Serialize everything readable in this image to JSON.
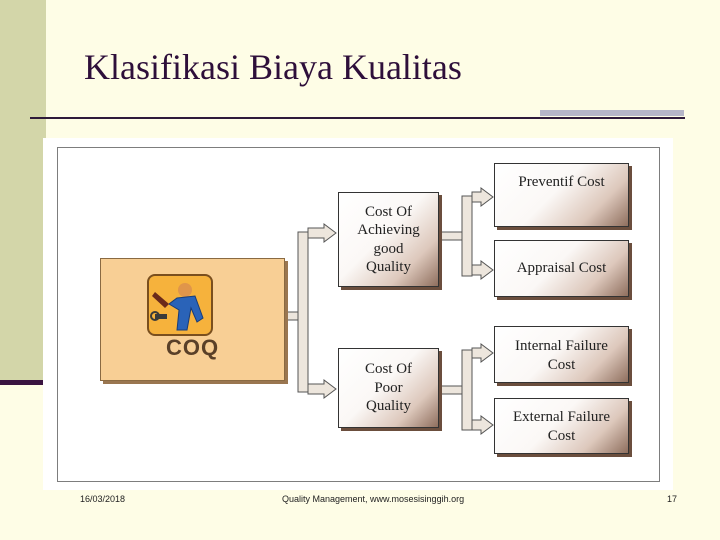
{
  "slide": {
    "title": "Klasifikasi Biaya Kualitas"
  },
  "diagram": {
    "root_label": "COQ",
    "branches": [
      {
        "label": "Cost Of Achieving good Quality",
        "lines": [
          "Cost Of",
          "Achieving",
          "good",
          "Quality"
        ]
      },
      {
        "label": "Cost Of Poor Quality",
        "lines": [
          "Cost Of",
          "Poor",
          "Quality"
        ]
      }
    ],
    "leaves": [
      {
        "label": "Preventif Cost",
        "lines": [
          "Preventif Cost"
        ]
      },
      {
        "label": "Appraisal Cost",
        "lines": [
          "Appraisal Cost"
        ]
      },
      {
        "label": "Internal Failure Cost",
        "lines": [
          "Internal Failure",
          "Cost"
        ]
      },
      {
        "label": "External Failure Cost",
        "lines": [
          "External Failure",
          "Cost"
        ]
      }
    ],
    "colors": {
      "panel": "#f8cf95",
      "connector_fill": "#ede6dd",
      "connector_stroke": "#555555",
      "box_shadow": "#6b4e3d"
    }
  },
  "footer": {
    "date": "16/03/2018",
    "center": "Quality Management, www.mosesisinggih.org",
    "page": "17"
  }
}
